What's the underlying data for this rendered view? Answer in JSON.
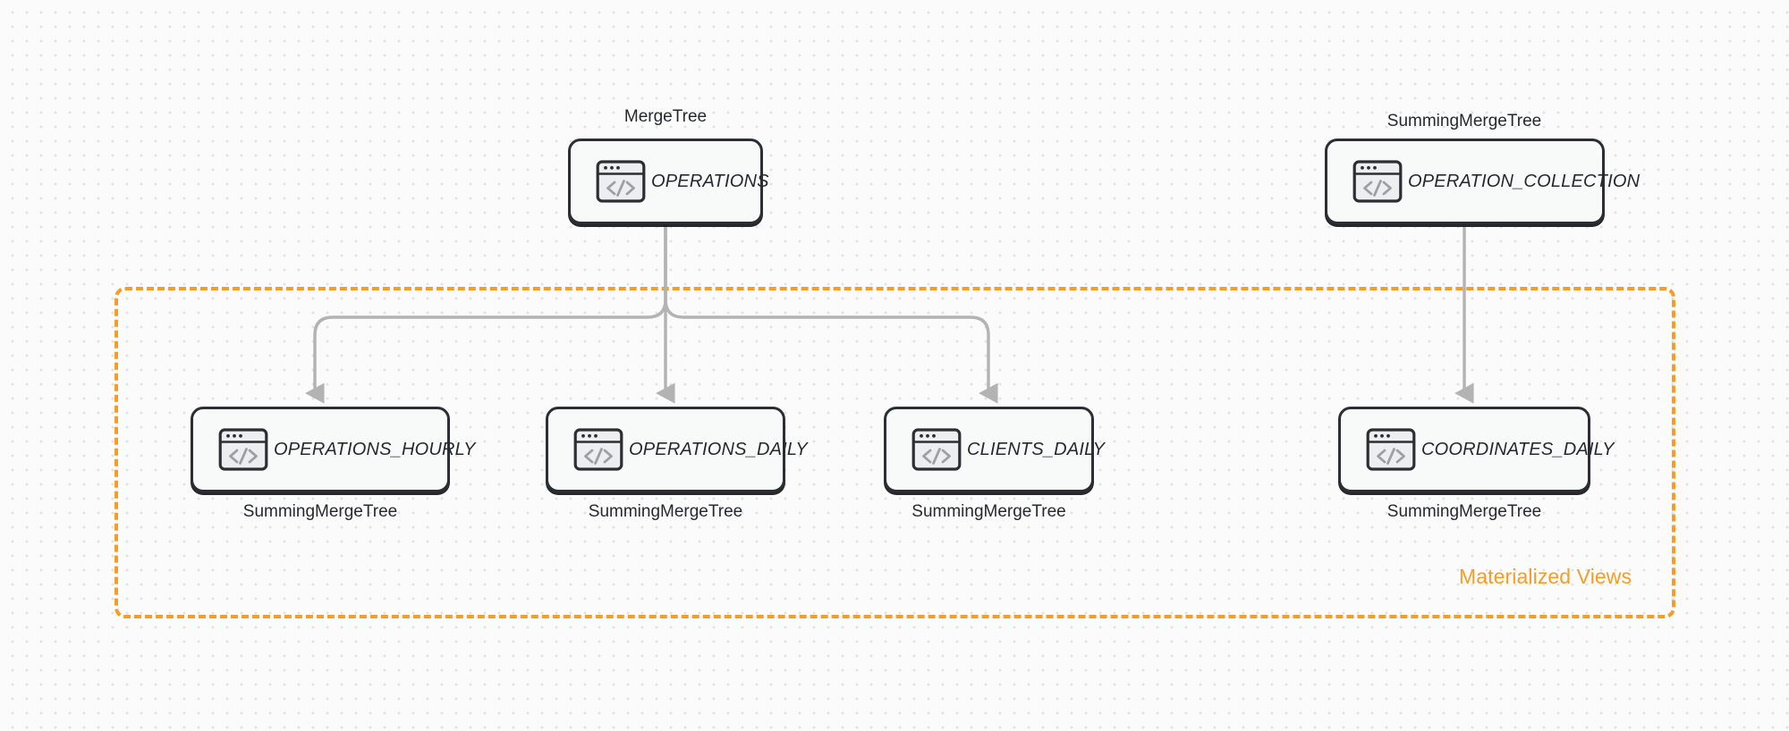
{
  "diagram": {
    "title": "ClickHouse table and materialized view topology",
    "background_color": "#fbfbfb",
    "accent_color": "#f79c24",
    "node_border_color": "#2b2e33",
    "edge_color": "#b3b3b3"
  },
  "group": {
    "label": "Materialized Views",
    "style": "dashed",
    "color": "#f79c24"
  },
  "sources": [
    {
      "id": "operations",
      "name": "OPERATIONS",
      "engine": "MergeTree",
      "engine_position": "above",
      "icon": "code-window-icon"
    },
    {
      "id": "operation_collection",
      "name": "OPERATION_COLLECTION",
      "engine": "SummingMergeTree",
      "engine_position": "above",
      "icon": "code-window-icon"
    }
  ],
  "views": [
    {
      "id": "operations_hourly",
      "name": "OPERATIONS_HOURLY",
      "engine": "SummingMergeTree",
      "engine_position": "below",
      "icon": "code-window-icon",
      "source": "operations"
    },
    {
      "id": "operations_daily",
      "name": "OPERATIONS_DAILY",
      "engine": "SummingMergeTree",
      "engine_position": "below",
      "icon": "code-window-icon",
      "source": "operations"
    },
    {
      "id": "clients_daily",
      "name": "CLIENTS_DAILY",
      "engine": "SummingMergeTree",
      "engine_position": "below",
      "icon": "code-window-icon",
      "source": "operations"
    },
    {
      "id": "coordinates_daily",
      "name": "COORDINATES_DAILY",
      "engine": "SummingMergeTree",
      "engine_position": "below",
      "icon": "code-window-icon",
      "source": "operation_collection"
    }
  ],
  "edges": [
    {
      "from": "operations",
      "to": "operations_hourly"
    },
    {
      "from": "operations",
      "to": "operations_daily"
    },
    {
      "from": "operations",
      "to": "clients_daily"
    },
    {
      "from": "operation_collection",
      "to": "coordinates_daily"
    }
  ]
}
